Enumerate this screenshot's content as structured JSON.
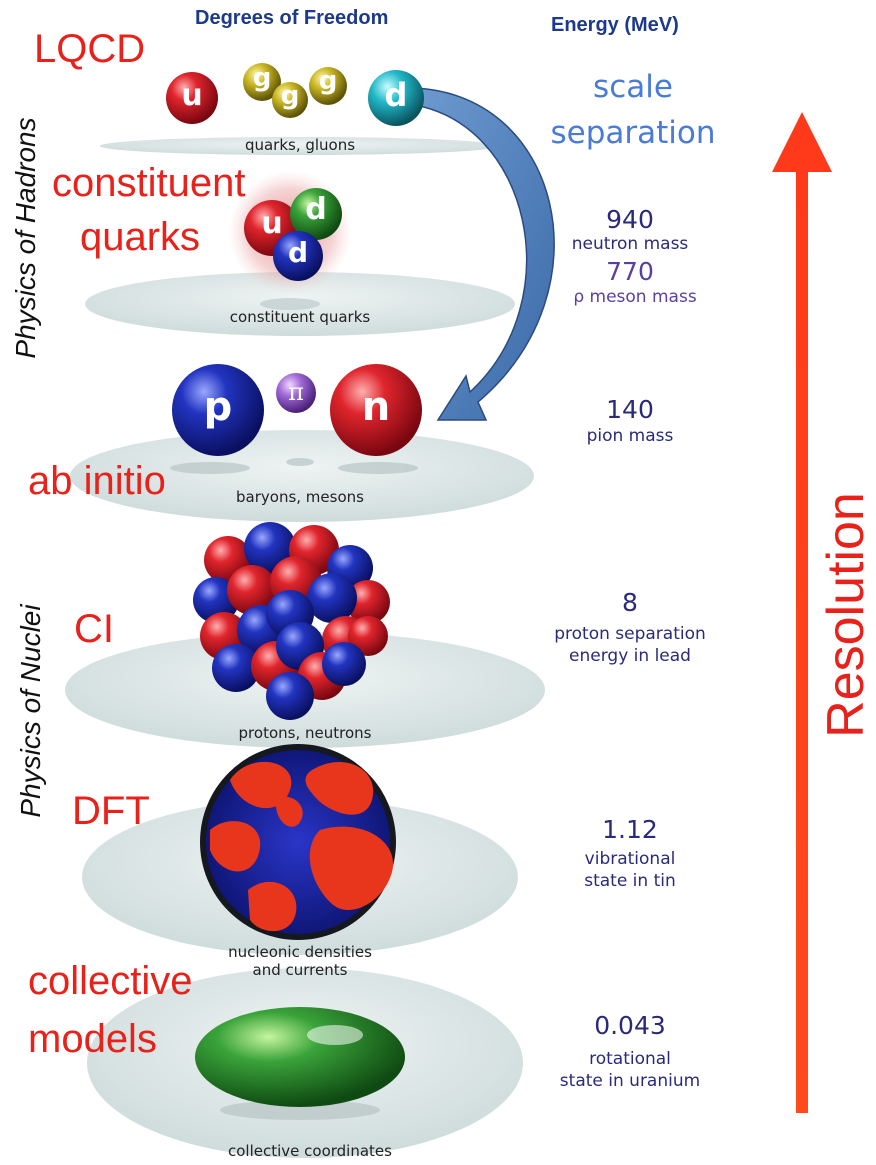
{
  "header": {
    "degrees_of_freedom": "Degrees of Freedom",
    "energy": "Energy (MeV)"
  },
  "side_labels": {
    "hadrons": "Physics of Hadrons",
    "nuclei": "Physics of Nuclei",
    "resolution": "Resolution"
  },
  "methods": {
    "lqcd": "LQCD",
    "constituent_line1": "constituent",
    "constituent_line2": "quarks",
    "ab_initio": "ab initio",
    "ci": "CI",
    "dft": "DFT",
    "collective_line1": "collective",
    "collective_line2": "models"
  },
  "levels": {
    "quarks_gluons": "quarks, gluons",
    "constituent_quarks": "constituent quarks",
    "baryons_mesons": "baryons, mesons",
    "protons_neutrons": "protons, neutrons",
    "nucleonic_line1": "nucleonic densities",
    "nucleonic_line2": "and currents",
    "collective_coordinates": "collective coordinates"
  },
  "particles": {
    "u": "u",
    "g": "g",
    "d": "d",
    "p": "p",
    "pi": "π",
    "n": "n"
  },
  "energies": {
    "scale_line1": "scale",
    "scale_line2": "separation",
    "neutron_value": "940",
    "neutron_desc": "neutron mass",
    "rho_value": "770",
    "rho_desc": "ρ meson mass",
    "pion_value": "140",
    "pion_desc": "pion mass",
    "proton_sep_value": "8",
    "proton_sep_desc_line1": "proton separation",
    "proton_sep_desc_line2": "energy in lead",
    "vib_value": "1.12",
    "vib_desc_line1": "vibrational",
    "vib_desc_line2": "state in tin",
    "rot_value": "0.043",
    "rot_desc_line1": "rotational",
    "rot_desc_line2": "state in uranium"
  },
  "colors": {
    "method_red": "#e8221b",
    "header_blue": "#1d3a8a",
    "energy_navy": "#2a2a7a",
    "scale_blue": "#4a7bd6",
    "arrow_blue": "#4f7db8",
    "proton_blue": "#1a2fa8",
    "neutron_red": "#d11f2a",
    "collective_green": "#3a9a2a"
  }
}
